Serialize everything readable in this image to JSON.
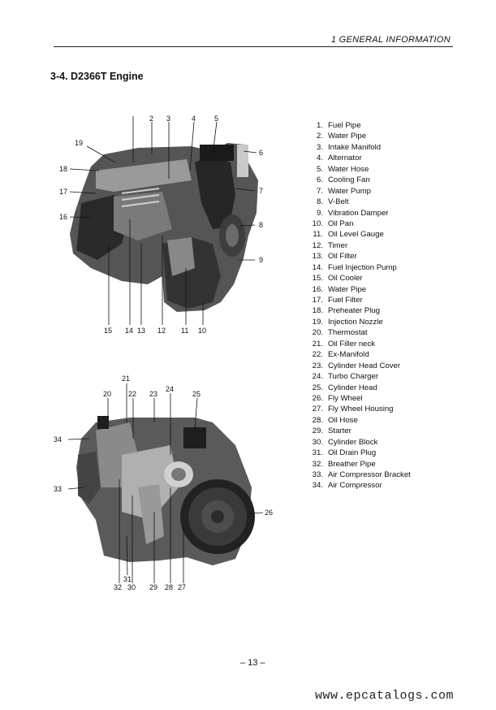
{
  "header": {
    "chapter": "1 GENERAL INFORMATION"
  },
  "section": {
    "title": "3-4. D2366T Engine"
  },
  "upper_figure": {
    "callouts": [
      "19",
      "2",
      "3",
      "4",
      "5",
      "6",
      "18",
      "7",
      "17",
      "16",
      "8",
      "9",
      "15",
      "14",
      "13",
      "12",
      "11",
      "10"
    ]
  },
  "lower_figure": {
    "callouts": [
      "21",
      "20",
      "22",
      "23",
      "24",
      "25",
      "34",
      "33",
      "26",
      "31",
      "32",
      "30",
      "29",
      "28",
      "27"
    ]
  },
  "parts": [
    {
      "num": "1.",
      "name": "Fuel Pipe"
    },
    {
      "num": "2.",
      "name": "Water Pipe"
    },
    {
      "num": "3.",
      "name": "Intake Manifold"
    },
    {
      "num": "4.",
      "name": "Alternator"
    },
    {
      "num": "5.",
      "name": "Water Hose"
    },
    {
      "num": "6.",
      "name": "Cooling Fan"
    },
    {
      "num": "7.",
      "name": "Water Pump"
    },
    {
      "num": "8.",
      "name": "V-Belt"
    },
    {
      "num": "9.",
      "name": "Vibration Damper"
    },
    {
      "num": "10.",
      "name": "Oil Pan"
    },
    {
      "num": "11.",
      "name": "Oil Level Gauge"
    },
    {
      "num": "12.",
      "name": "Timer"
    },
    {
      "num": "13.",
      "name": "Oil Filter"
    },
    {
      "num": "14.",
      "name": "Fuel Injection Pump"
    },
    {
      "num": "15.",
      "name": "Oil Cooler"
    },
    {
      "num": "16.",
      "name": "Water Pipe"
    },
    {
      "num": "17.",
      "name": "Fuel Filter"
    },
    {
      "num": "18.",
      "name": "Preheater Plug"
    },
    {
      "num": "19.",
      "name": "Injection Nozzle"
    },
    {
      "num": "20.",
      "name": "Thermostat"
    },
    {
      "num": "21.",
      "name": "Oil Filler neck"
    },
    {
      "num": "22.",
      "name": "Ex-Manifold"
    },
    {
      "num": "23.",
      "name": "Cylinder Head Cover"
    },
    {
      "num": "24.",
      "name": "Turbo Charger"
    },
    {
      "num": "25.",
      "name": "Cylinder Head"
    },
    {
      "num": "26.",
      "name": "Fly Wheel"
    },
    {
      "num": "27.",
      "name": "Fly Wheel Housing"
    },
    {
      "num": "28.",
      "name": "Oil Hose"
    },
    {
      "num": "29.",
      "name": "Starter"
    },
    {
      "num": "30.",
      "name": "Cylinder Block"
    },
    {
      "num": "31.",
      "name": "Oil Drain Plug"
    },
    {
      "num": "32.",
      "name": "Breather Pipe"
    },
    {
      "num": "33.",
      "name": "Air Compressor Bracket"
    },
    {
      "num": "34.",
      "name": "Air Compressor"
    }
  ],
  "footer": {
    "page_number": "– 13 –",
    "watermark": "www.epcatalogs.com"
  }
}
